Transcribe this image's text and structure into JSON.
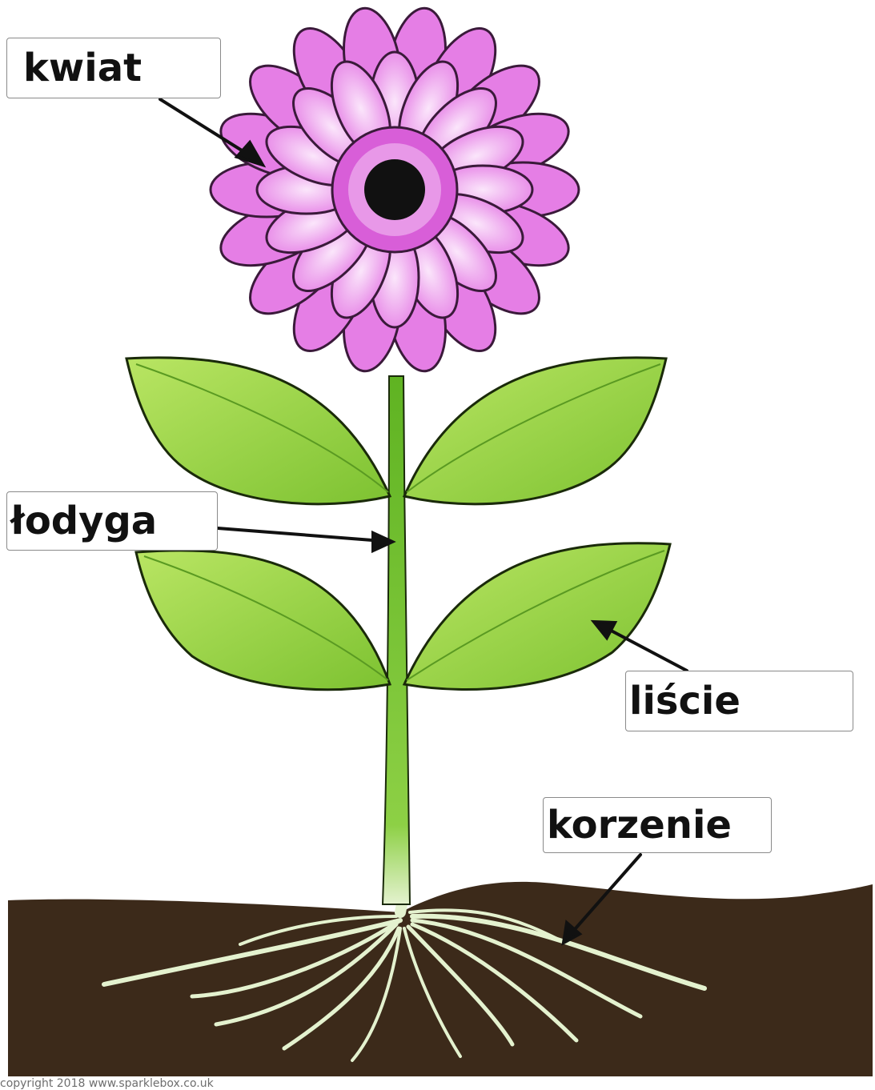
{
  "labels": {
    "kwiat": "kwiat",
    "lodyga": "łodyga",
    "liscie": "liście",
    "korzenie": "korzenie"
  },
  "copyright": "copyright 2018 www.sparklebox.co.uk",
  "colors": {
    "petal": "#e57ee5",
    "petal_light": "#f6c8f6",
    "petal_outline": "#3a1a3a",
    "center": "#d85ed8",
    "center_dark": "#111111",
    "leaf": "#8ccd3a",
    "leaf_light": "#c5ec6e",
    "stem": "#6fbf2d",
    "soil": "#3c2a1a",
    "root": "#e4f2cf"
  },
  "icons": [
    "flower-icon",
    "leaf-icon",
    "stem-icon",
    "root-icon",
    "soil-icon"
  ]
}
